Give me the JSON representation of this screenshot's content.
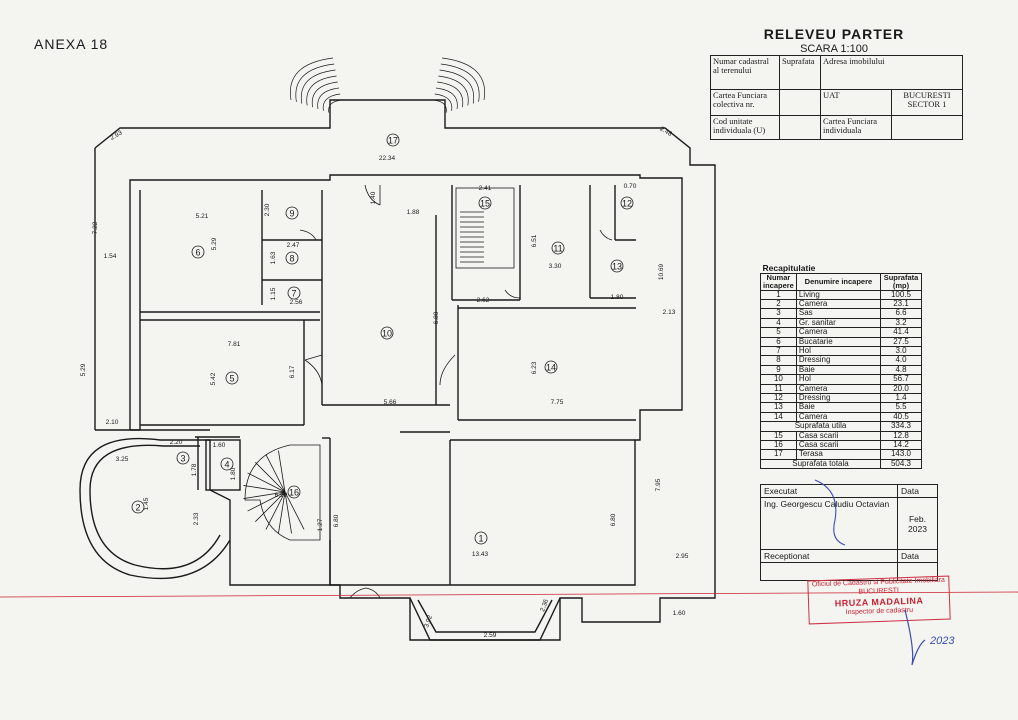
{
  "header": {
    "annex": "ANEXA 18",
    "title": "RELEVEU PARTER",
    "scale": "SCARA 1:100"
  },
  "cadastral": {
    "r1": [
      "Numar cadastral al terenului",
      "Suprafata",
      "Adresa imobilului"
    ],
    "r2": [
      "Cartea Funciara colectiva nr.",
      "",
      "UAT",
      "BUCURESTI SECTOR 1"
    ],
    "r3": [
      "Cod unitate individuala (U)",
      "",
      "Cartea Funciara individuala",
      ""
    ]
  },
  "recap": {
    "caption": "Recapitulatie",
    "headers": [
      "Numar incapere",
      "Denumire incapere",
      "Suprafata (mp)"
    ],
    "rows": [
      [
        "1",
        "Living",
        "100.5"
      ],
      [
        "2",
        "Camera",
        "23.1"
      ],
      [
        "3",
        "Sas",
        "6.6"
      ],
      [
        "4",
        "Gr. sanitar",
        "3.2"
      ],
      [
        "5",
        "Camera",
        "41.4"
      ],
      [
        "6",
        "Bucatarie",
        "27.5"
      ],
      [
        "7",
        "Hol",
        "3.0"
      ],
      [
        "8",
        "Dressing",
        "4.0"
      ],
      [
        "9",
        "Baie",
        "4.8"
      ],
      [
        "10",
        "Hol",
        "56.7"
      ],
      [
        "11",
        "Camera",
        "20.0"
      ],
      [
        "12",
        "Dressing",
        "1.4"
      ],
      [
        "13",
        "Baie",
        "5.5"
      ],
      [
        "14",
        "Camera",
        "40.5"
      ]
    ],
    "useful_label": "Suprafata utila",
    "useful_value": "334.3",
    "extra": [
      [
        "15",
        "Casa scarii",
        "12.8"
      ],
      [
        "16",
        "Casa scarii",
        "14.2"
      ],
      [
        "17",
        "Terasa",
        "143.0"
      ]
    ],
    "total_label": "Suprafata totala",
    "total_value": "504.3"
  },
  "exec_box": {
    "executat": "Executat",
    "data1": "Data",
    "author": "Ing. Georgescu Caludiu Octavian",
    "date": "Feb. 2023",
    "receptionat": "Receptionat",
    "data2": "Data"
  },
  "stamp": {
    "l1": "Oficiul de Cadastru si Publicitate Imobiliara",
    "l2": "BUCURESTI",
    "l3": "HRUZA MADALINA",
    "l4": "Inspector de cadastru"
  },
  "signature_text": "2023",
  "rooms": [
    "1",
    "2",
    "3",
    "4",
    "5",
    "6",
    "7",
    "8",
    "9",
    "10",
    "11",
    "12",
    "13",
    "14",
    "15",
    "16",
    "17"
  ],
  "dims": [
    "22.34",
    "1.54",
    "7.22",
    "5.29",
    "2.10",
    "3.25",
    "5.21",
    "5.29",
    "7.81",
    "5.42",
    "6.17",
    "2.30",
    "2.47",
    "1.63",
    "1.15",
    "2.56",
    "1.40",
    "1.88",
    "6.80",
    "5.66",
    "2.41",
    "6.51",
    "3.30",
    "2.62",
    "6.23",
    "7.75",
    "1.80",
    "0.70",
    "2.13",
    "10.69",
    "7.95",
    "1.60",
    "3.92",
    "2.36",
    "6.80",
    "13.43",
    "6.80",
    "2.95",
    "2.59",
    "1.60",
    "1.78",
    "1.45",
    "2.33",
    "1.27",
    "6.50",
    "2.20",
    "1.80",
    "2.93",
    "2.48"
  ],
  "colors": {
    "ink": "#1a1a1a",
    "stamp": "#cc2233",
    "signature": "#3a4fb0"
  }
}
